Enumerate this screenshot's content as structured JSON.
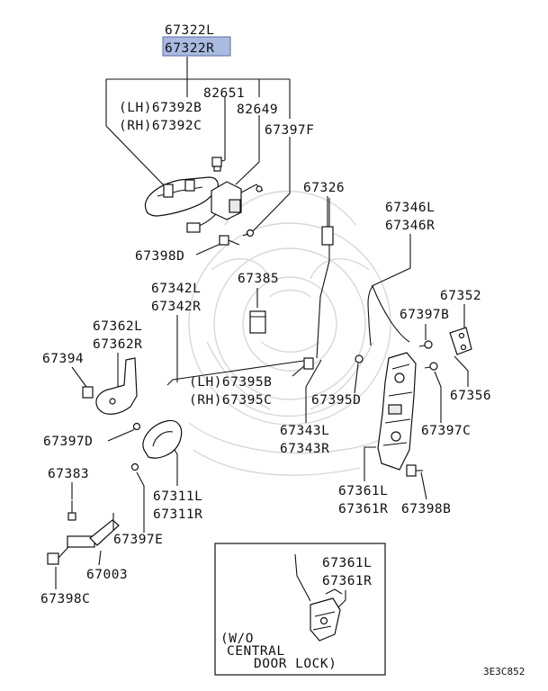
{
  "diagram": {
    "highlight_color": "#aabbe0",
    "selected_part": "67322R",
    "labels": {
      "p67322L": "67322L",
      "p67322R": "67322R",
      "p82651": "82651",
      "p67392B": "(LH)67392B",
      "p67392C": "(RH)67392C",
      "p82649": "82649",
      "p67397F": "67397F",
      "p67398D": "67398D",
      "p67326": "67326",
      "p67346L": "67346L",
      "p67346R": "67346R",
      "p67342L": "67342L",
      "p67342R": "67342R",
      "p67385": "67385",
      "p67352": "67352",
      "p67362L": "67362L",
      "p67362R": "67362R",
      "p67397B": "67397B",
      "p67394": "67394",
      "p67395B": "(LH)67395B",
      "p67395C": "(RH)67395C",
      "p67395D": "67395D",
      "p67356": "67356",
      "p67397D": "67397D",
      "p67343L": "67343L",
      "p67343R": "67343R",
      "p67397C": "67397C",
      "p67383": "67383",
      "p67361L": "67361L",
      "p67361R": "67361R",
      "p67398B": "67398B",
      "p67311L": "67311L",
      "p67311R": "67311R",
      "p67397E": "67397E",
      "p67003": "67003",
      "p67398C": "67398C",
      "inset_67361L": "67361L",
      "inset_67361R": "67361R",
      "inset_note_1": "(W/O",
      "inset_note_2": "CENTRAL",
      "inset_note_3": "DOOR LOCK)",
      "diagram_code": "3E3C852"
    }
  }
}
